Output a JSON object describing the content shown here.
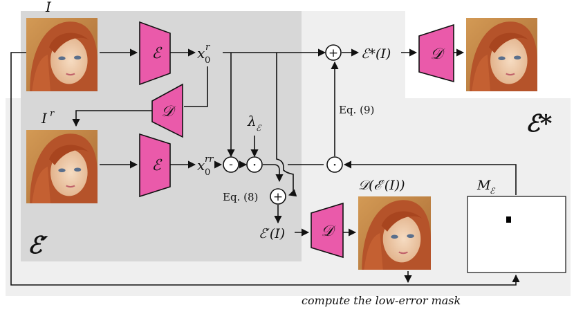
{
  "colors": {
    "outer_panel": "#efefef",
    "inner_panel": "#d7d7d7",
    "module_fill": "#ea5aaa",
    "line": "#111111",
    "photo_skin": "#eecba9",
    "photo_hair": "#b5532a",
    "photo_bg": "#c88a4a"
  },
  "labels": {
    "input_image": "I",
    "reconstructed_image": "I",
    "reconstructed_sup": "r",
    "encoder": "ℰ",
    "decoder": "𝒟",
    "latent_x": "x",
    "latent_x_sub": "0",
    "latent_x_sup": "r",
    "latent_xx_sup": "rr",
    "lambda": "λ",
    "lambda_sub": "ℰ",
    "eq8": "Eq. (8)",
    "eq9": "Eq. (9)",
    "e_prime_of_i": "ℰ′(I)",
    "e_star_of_i": "ℰ*(I)",
    "decoded_label": "𝒟(ℰ′(I))",
    "mask_label": "M",
    "mask_label_sub": "ℰ",
    "e_star_panel": "ℰ*",
    "e_prime_panel": "ℰ′",
    "caption": "compute the low-error mask",
    "plus": "+",
    "dot": "·",
    "minus": "-"
  },
  "icons": [
    "portrait-photo",
    "mask-image"
  ]
}
